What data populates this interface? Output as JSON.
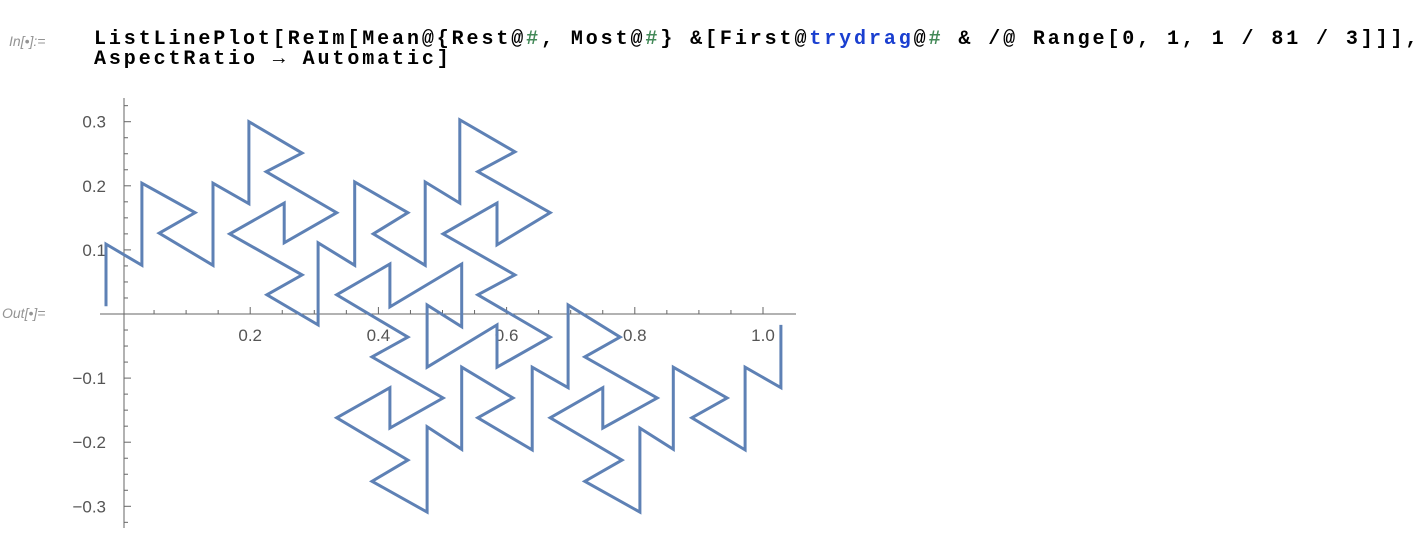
{
  "cell": {
    "in_label": "In[•]:=",
    "out_label": "Out[•]=",
    "code_line1": [
      {
        "t": "ListLinePlot[ReIm[Mean",
        "c": "plain"
      },
      {
        "t": "@",
        "c": "plain"
      },
      {
        "t": "{Rest",
        "c": "plain"
      },
      {
        "t": "@",
        "c": "plain"
      },
      {
        "t": "#",
        "c": "slot"
      },
      {
        "t": ", Most",
        "c": "plain"
      },
      {
        "t": "@",
        "c": "plain"
      },
      {
        "t": "#",
        "c": "slot"
      },
      {
        "t": "} &[First",
        "c": "plain"
      },
      {
        "t": "@",
        "c": "plain"
      },
      {
        "t": "trydrag",
        "c": "user"
      },
      {
        "t": "@",
        "c": "plain"
      },
      {
        "t": "#",
        "c": "slot"
      },
      {
        "t": " & /@ Range[0, 1, 1 / 81 / 3]]],",
        "c": "plain"
      }
    ],
    "code_line2": "AspectRatio → Automatic]"
  },
  "chart_data": {
    "type": "line",
    "title": "",
    "xlabel": "",
    "ylabel": "",
    "xlim": [
      -0.04,
      1.05
    ],
    "ylim": [
      -0.33,
      0.34
    ],
    "x_ticks": [
      "0.2",
      "0.4",
      "0.6",
      "0.8",
      "1.0"
    ],
    "x_tick_values": [
      0.2,
      0.4,
      0.6,
      0.8,
      1.0
    ],
    "y_ticks": [
      "0.3",
      "0.2",
      "0.1",
      "−0.1",
      "−0.2",
      "−0.3"
    ],
    "y_tick_values": [
      0.3,
      0.2,
      0.1,
      -0.1,
      -0.2,
      -0.3
    ],
    "grid": false,
    "series": [
      {
        "name": "curve",
        "color": "#5e81b5",
        "points": [
          [
            -0.025,
            0.012
          ],
          [
            -0.025,
            0.109
          ],
          [
            0.031,
            0.076
          ],
          [
            0.031,
            0.204
          ],
          [
            0.114,
            0.158
          ],
          [
            0.058,
            0.126
          ],
          [
            0.142,
            0.076
          ],
          [
            0.142,
            0.204
          ],
          [
            0.198,
            0.172
          ],
          [
            0.198,
            0.3
          ],
          [
            0.281,
            0.251
          ],
          [
            0.225,
            0.222
          ],
          [
            0.335,
            0.158
          ],
          [
            0.253,
            0.111
          ],
          [
            0.253,
            0.173
          ],
          [
            0.168,
            0.125
          ],
          [
            0.281,
            0.061
          ],
          [
            0.226,
            0.03
          ],
          [
            0.306,
            -0.017
          ],
          [
            0.306,
            0.111
          ],
          [
            0.363,
            0.076
          ],
          [
            0.363,
            0.206
          ],
          [
            0.446,
            0.158
          ],
          [
            0.392,
            0.125
          ],
          [
            0.473,
            0.076
          ],
          [
            0.473,
            0.206
          ],
          [
            0.527,
            0.173
          ],
          [
            0.527,
            0.303
          ],
          [
            0.613,
            0.253
          ],
          [
            0.555,
            0.222
          ],
          [
            0.668,
            0.158
          ],
          [
            0.585,
            0.108
          ],
          [
            0.585,
            0.173
          ],
          [
            0.501,
            0.125
          ],
          [
            0.613,
            0.061
          ],
          [
            0.555,
            0.03
          ],
          [
            0.668,
            -0.036
          ],
          [
            0.585,
            -0.083
          ],
          [
            0.585,
            -0.017
          ],
          [
            0.476,
            -0.083
          ],
          [
            0.476,
            0.014
          ],
          [
            0.53,
            -0.02
          ],
          [
            0.53,
            0.078
          ],
          [
            0.418,
            0.011
          ],
          [
            0.418,
            0.078
          ],
          [
            0.335,
            0.03
          ],
          [
            0.446,
            -0.036
          ],
          [
            0.39,
            -0.067
          ],
          [
            0.501,
            -0.131
          ],
          [
            0.418,
            -0.178
          ],
          [
            0.418,
            -0.115
          ],
          [
            0.335,
            -0.162
          ],
          [
            0.446,
            -0.228
          ],
          [
            0.39,
            -0.261
          ],
          [
            0.476,
            -0.309
          ],
          [
            0.476,
            -0.176
          ],
          [
            0.53,
            -0.211
          ],
          [
            0.53,
            -0.083
          ],
          [
            0.61,
            -0.131
          ],
          [
            0.555,
            -0.162
          ],
          [
            0.64,
            -0.212
          ],
          [
            0.64,
            -0.083
          ],
          [
            0.696,
            -0.115
          ],
          [
            0.696,
            0.014
          ],
          [
            0.777,
            -0.036
          ],
          [
            0.722,
            -0.067
          ],
          [
            0.835,
            -0.131
          ],
          [
            0.75,
            -0.178
          ],
          [
            0.75,
            -0.115
          ],
          [
            0.668,
            -0.162
          ],
          [
            0.78,
            -0.228
          ],
          [
            0.722,
            -0.261
          ],
          [
            0.808,
            -0.309
          ],
          [
            0.808,
            -0.178
          ],
          [
            0.86,
            -0.211
          ],
          [
            0.86,
            -0.083
          ],
          [
            0.944,
            -0.131
          ],
          [
            0.889,
            -0.162
          ],
          [
            0.972,
            -0.212
          ],
          [
            0.972,
            -0.083
          ],
          [
            1.028,
            -0.115
          ],
          [
            1.028,
            -0.017
          ]
        ]
      }
    ]
  }
}
